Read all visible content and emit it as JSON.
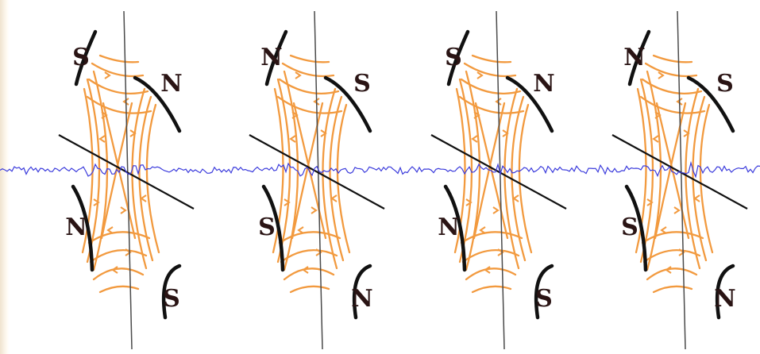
{
  "colors": {
    "field_lines": "#f29a3f",
    "pole_faces": "#111111",
    "axis_line": "#4a4a4a",
    "signal_trace": "#3b3bdc",
    "label_text": "#2a1414"
  },
  "panels": [
    {
      "labels": {
        "upper_left": "S",
        "upper_right": "N",
        "lower_left": "N",
        "lower_right": "S"
      }
    },
    {
      "labels": {
        "upper_left": "N",
        "upper_right": "S",
        "lower_left": "S",
        "lower_right": "N"
      }
    },
    {
      "labels": {
        "upper_left": "S",
        "upper_right": "N",
        "lower_left": "N",
        "lower_right": "S"
      }
    },
    {
      "labels": {
        "upper_left": "N",
        "upper_right": "S",
        "lower_left": "S",
        "lower_right": "N"
      }
    }
  ]
}
